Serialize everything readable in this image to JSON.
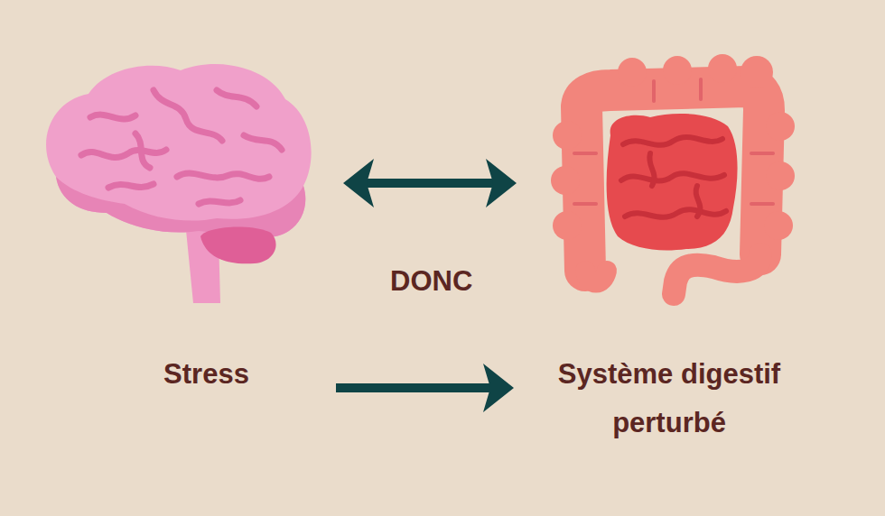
{
  "diagram": {
    "nodes": [
      {
        "text": [
          "Stress"
        ]
      },
      {
        "text": [
          "Système digestif perturbé"
        ]
      }
    ],
    "edges": [
      {
        "from": 0,
        "to": 1,
        "arrow": "to"
      }
    ],
    "labels": [
      "DONC"
    ]
  }
}
